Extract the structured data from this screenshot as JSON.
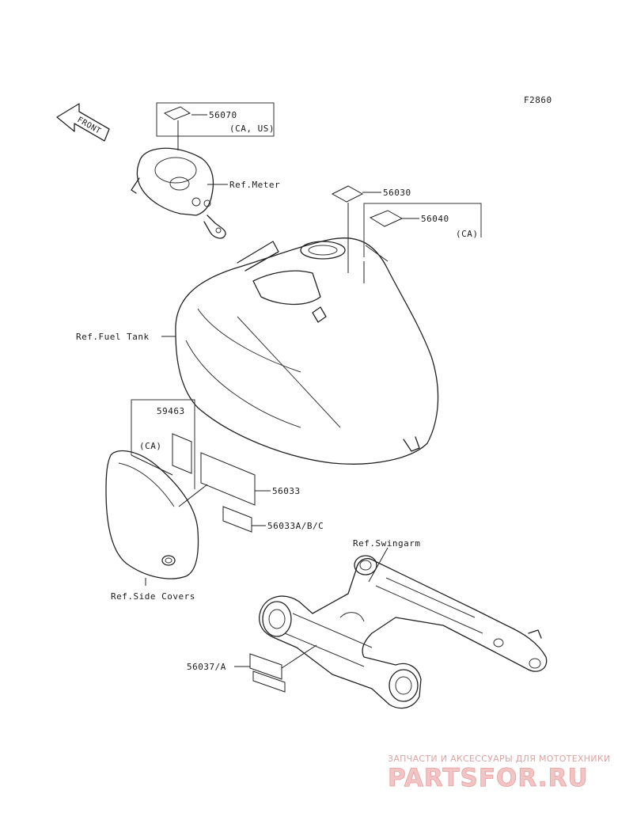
{
  "figure_code": "F2860",
  "front_label": "FRONT",
  "parts": [
    {
      "id": "56070",
      "sub": "(CA, US)"
    },
    {
      "id": "56030",
      "sub": ""
    },
    {
      "id": "56040",
      "sub": "(CA)"
    },
    {
      "id": "59463",
      "sub": "(CA)"
    },
    {
      "id": "56033",
      "sub": ""
    },
    {
      "id": "56033A/B/C",
      "sub": ""
    },
    {
      "id": "56037/A",
      "sub": ""
    }
  ],
  "refs": {
    "meter": "Ref.Meter",
    "fuel_tank": "Ref.Fuel Tank",
    "side_covers": "Ref.Side Covers",
    "swingarm": "Ref.Swingarm"
  },
  "watermark": {
    "tagline": "ЗАПЧАСТИ И АКСЕССУАРЫ ДЛЯ МОТОТЕХНИКИ",
    "brand": "PARTSFOR.RU",
    "color": "#e8a8a8"
  }
}
